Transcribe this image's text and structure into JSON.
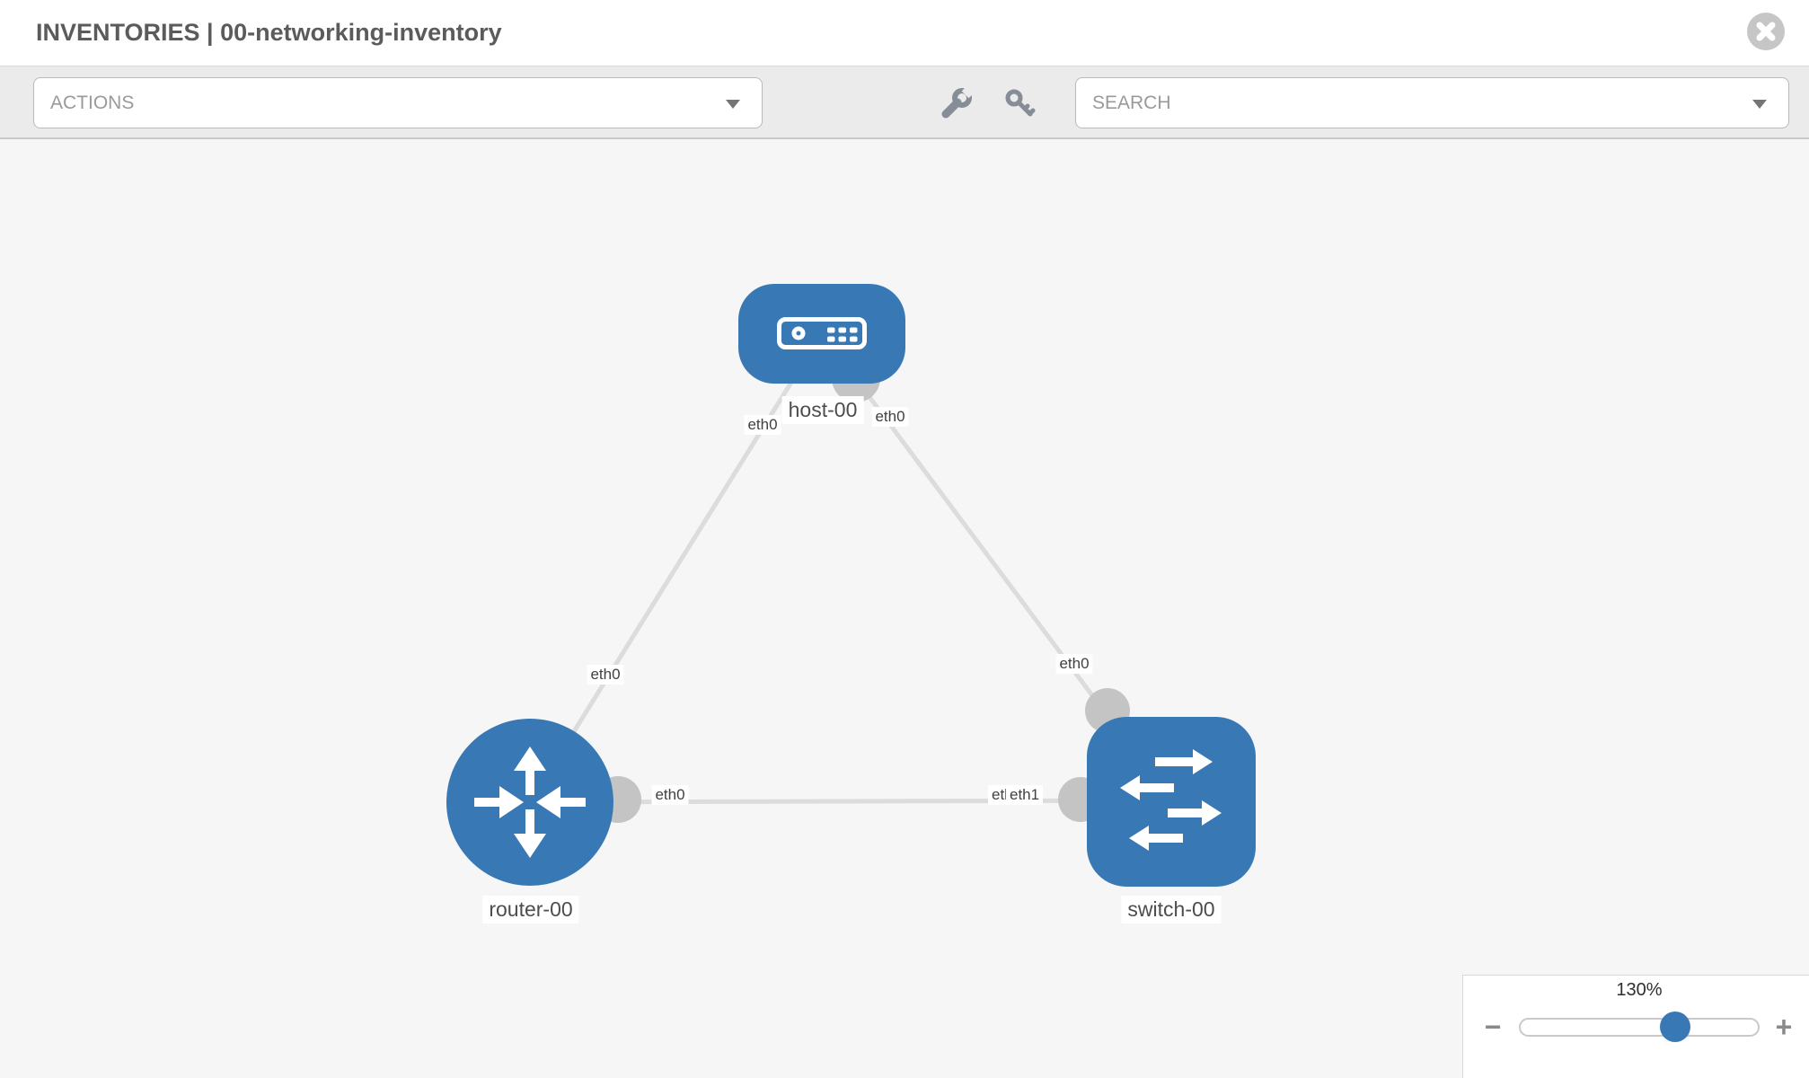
{
  "header": {
    "title": "INVENTORIES | 00-networking-inventory"
  },
  "toolbar": {
    "actions_label": "ACTIONS",
    "search_label": "SEARCH",
    "icons": [
      "wrench-icon",
      "key-icon"
    ]
  },
  "topology": {
    "nodes": [
      {
        "label": "host-00",
        "type": "host"
      },
      {
        "label": "router-00",
        "type": "router"
      },
      {
        "label": "switch-00",
        "type": "switch"
      }
    ],
    "links": [
      {
        "source": "host-00",
        "target": "router-00",
        "source_interface": "eth0",
        "target_interface": "eth0"
      },
      {
        "source": "host-00",
        "target": "switch-00",
        "source_interface": "eth0",
        "target_interface": "eth0"
      },
      {
        "source": "router-00",
        "target": "switch-00",
        "source_interface": "eth0",
        "target_interface": "eth1"
      }
    ],
    "switch_overlap_underlabel": "eth0"
  },
  "zoom_control": {
    "level_label": "130%",
    "minus_label": "−",
    "plus_label": "+"
  },
  "colors": {
    "node_blue": "#3879b5",
    "link_gray": "#dcdcdc",
    "connector_gray": "#c4c4c4",
    "toolbar_bg": "#ebebeb",
    "canvas_bg": "#f6f6f6"
  }
}
